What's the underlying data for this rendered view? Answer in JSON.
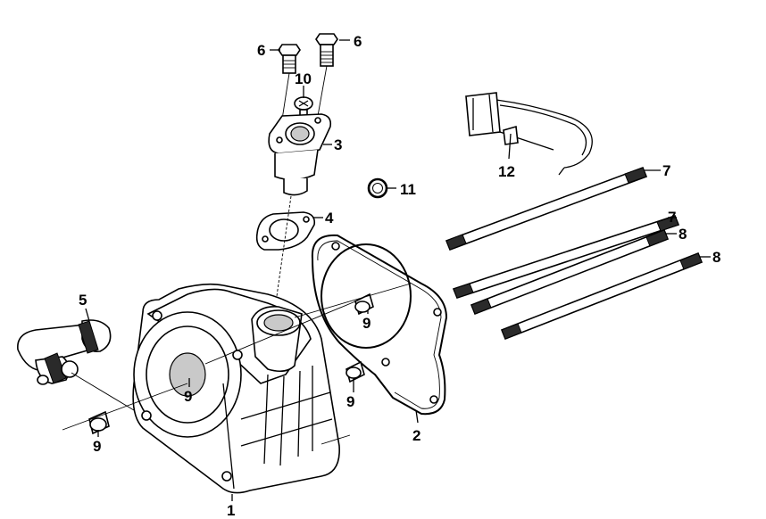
{
  "diagram": {
    "callouts": [
      {
        "id": "c6a",
        "text": "6"
      },
      {
        "id": "c6b",
        "text": "6"
      },
      {
        "id": "c10",
        "text": "10"
      },
      {
        "id": "c3",
        "text": "3"
      },
      {
        "id": "c4",
        "text": "4"
      },
      {
        "id": "c11",
        "text": "11"
      },
      {
        "id": "c12",
        "text": "12"
      },
      {
        "id": "c7a",
        "text": "7"
      },
      {
        "id": "c7b",
        "text": "7"
      },
      {
        "id": "c8a",
        "text": "8"
      },
      {
        "id": "c8b",
        "text": "8"
      },
      {
        "id": "c5",
        "text": "5"
      },
      {
        "id": "c9a",
        "text": "9"
      },
      {
        "id": "c9b",
        "text": "9"
      },
      {
        "id": "c9c",
        "text": "9"
      },
      {
        "id": "c9d",
        "text": "9"
      },
      {
        "id": "c2",
        "text": "2"
      },
      {
        "id": "c1",
        "text": "1"
      }
    ],
    "colors": {
      "ink": "#000000",
      "background": "#ffffff",
      "shade": "#c9c9c9"
    }
  }
}
